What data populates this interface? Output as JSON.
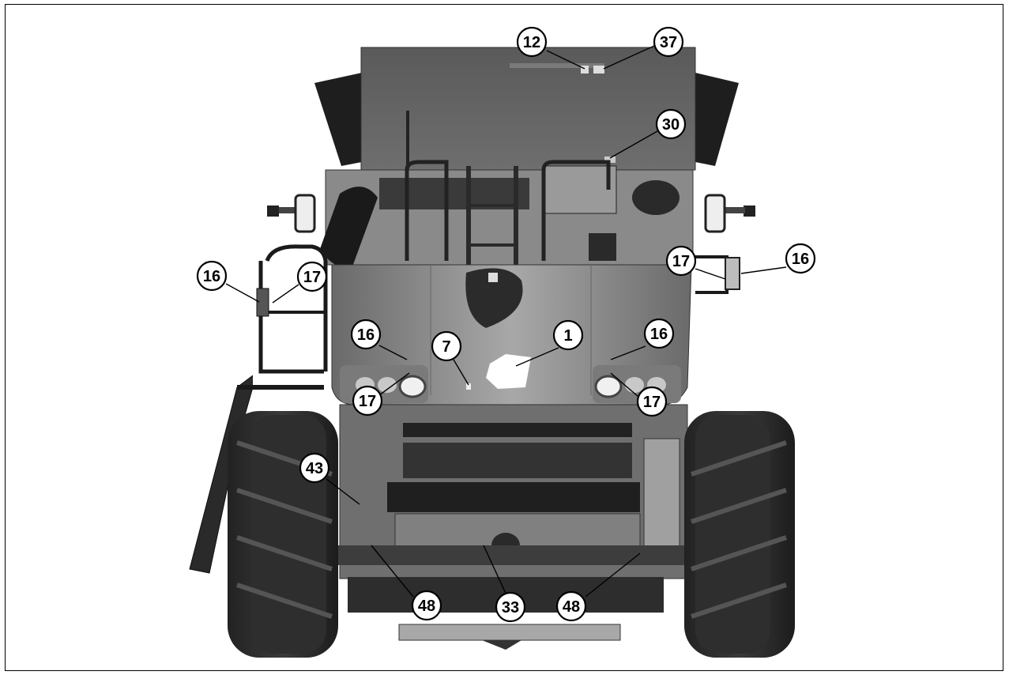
{
  "figure": {
    "description_free": true,
    "callouts": [
      {
        "id": "c12a",
        "label": "12"
      },
      {
        "id": "c37",
        "label": "37"
      },
      {
        "id": "c30",
        "label": "30"
      },
      {
        "id": "c16-left-rail",
        "label": "16"
      },
      {
        "id": "c17-left-rail",
        "label": "17"
      },
      {
        "id": "c17-right-rail",
        "label": "17"
      },
      {
        "id": "c16-right-rail",
        "label": "16"
      },
      {
        "id": "c16-left-lamp",
        "label": "16"
      },
      {
        "id": "c7",
        "label": "7"
      },
      {
        "id": "c1",
        "label": "1"
      },
      {
        "id": "c16-right-lamp",
        "label": "16"
      },
      {
        "id": "c17-left-lamp",
        "label": "17"
      },
      {
        "id": "c17-right-lamp",
        "label": "17"
      },
      {
        "id": "c43",
        "label": "43"
      },
      {
        "id": "c48-left",
        "label": "48"
      },
      {
        "id": "c33",
        "label": "33"
      },
      {
        "id": "c48-right",
        "label": "48"
      }
    ]
  }
}
